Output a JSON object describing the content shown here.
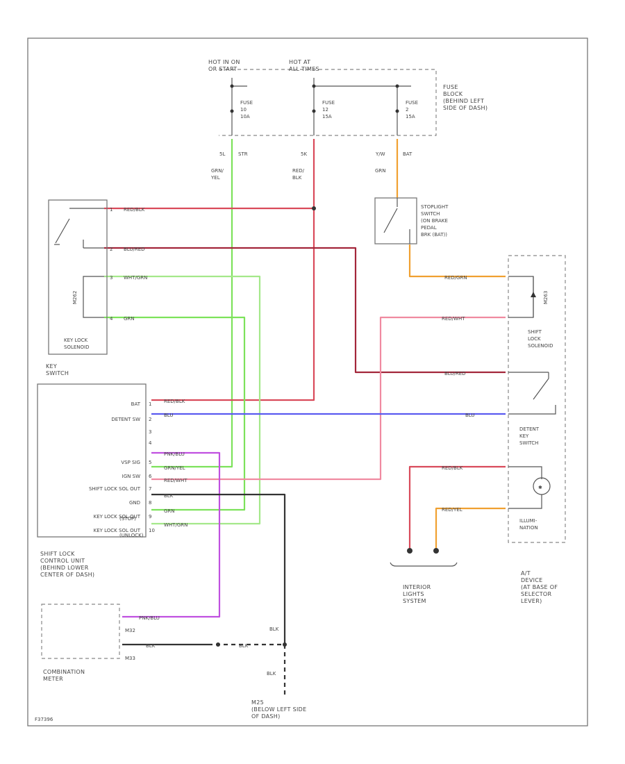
{
  "fuse_block": {
    "hot_run": "HOT IN ON\nOR START",
    "hot_at": "HOT AT\nALL TIMES",
    "name": "FUSE\nBLOCK\n(BEHIND LEFT\nSIDE OF DASH)",
    "fuses": [
      {
        "label": "FUSE\n10\n10A",
        "term_a": "5L",
        "term_b": "STR"
      },
      {
        "label": "FUSE\n12\n15A",
        "term_a": "5K",
        "term_b": ""
      },
      {
        "label": "FUSE\n2\n15A",
        "term_a": "Y/W",
        "term_b": "BAT"
      }
    ]
  },
  "wire_codes": {
    "grn_yel": "GRN/\nYEL",
    "red_blk_top": "RED/\nBLK",
    "grn_top": "GRN",
    "red_blk": "RED/BLK",
    "blu_red": "BLU/RED",
    "wht_grn": "WHT/GRN",
    "grn": "GRN",
    "red_grn": "RED/GRN",
    "red_wht": "RED/WHT",
    "blu": "BLU",
    "pnk_blu": "PNK/BLU",
    "grn_yel_h": "GRN/YEL",
    "blk": "BLK",
    "red_yel": "RED/YEL"
  },
  "key_lock_solenoid": {
    "label": "KEY LOCK\nSOLENOID",
    "pins": [
      "1",
      "2",
      "3",
      "4"
    ]
  },
  "stoplight_switch": {
    "label": "STOPLIGHT\nSWITCH\n(ON BRAKE\nPEDAL\nBRK (BAT))"
  },
  "key_switch": {
    "label": "KEY\nSWITCH"
  },
  "control_unit": {
    "label": "SHIFT LOCK\nCONTROL UNIT\n(BEHIND LOWER\nCENTER OF DASH)",
    "rows": [
      {
        "pin": "1",
        "text": "BAT"
      },
      {
        "pin": "2",
        "text": "DETENT SW"
      },
      {
        "pin": "3",
        "text": ""
      },
      {
        "pin": "4",
        "text": ""
      },
      {
        "pin": "5",
        "text": "VSP SIG"
      },
      {
        "pin": "6",
        "text": "IGN SW"
      },
      {
        "pin": "7",
        "text": "SHIFT LOCK SOL OUT"
      },
      {
        "pin": "8",
        "text": "GND"
      },
      {
        "pin": "9",
        "text": "KEY LOCK SOL OUT"
      },
      {
        "pin": "10",
        "text": "KEY LOCK SOL OUT"
      }
    ],
    "sub_a": "(STOP)",
    "sub_b": "(UNLOCK)"
  },
  "at_device": {
    "shift_lock_solenoid": "SHIFT\nLOCK\nSOLENOID",
    "detent_switch": "DETENT\nKEY\nSWITCH",
    "illumination": "ILLUMI-\nNATION",
    "device": "A/T\nDEVICE\n(AT BASE OF\nSELECTOR\nLEVER)"
  },
  "interior_lights": "INTERIOR\nLIGHTS\nSYSTEM",
  "combination_meter": {
    "label": "COMBINATION\nMETER",
    "pins": [
      "M32",
      "M33"
    ]
  },
  "ground": {
    "label": "M25\n(BELOW LEFT SIDE\nOF DASH)",
    "blk_a": "BLK",
    "blk_b": "BLK",
    "blk_c": "BLK"
  },
  "footer_code": "F37396",
  "colors": {
    "red": "#d94a5a",
    "darkred": "#a3263a",
    "green": "#7ce25a",
    "ltgreen": "#a4e88a",
    "blue": "#5a5af0",
    "orange": "#f0a030",
    "pink": "#f08aa0",
    "purple": "#c050e0",
    "black": "#333333"
  }
}
